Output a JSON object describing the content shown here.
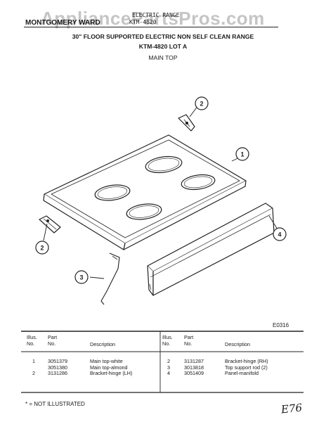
{
  "watermark": "AppliancePartsPros.com",
  "header": {
    "brand": "MONTGOMERY WARD",
    "product_line": "ELECTRIC RANGE",
    "model_code": "KTM-4820"
  },
  "title": {
    "line1": "30\" FLOOR SUPPORTED ELECTRIC NON SELF CLEAN RANGE",
    "line2": "KTM-4820 LOT A",
    "line3": "MAIN TOP"
  },
  "callouts": [
    "1",
    "2",
    "2",
    "3",
    "4"
  ],
  "drawing_code": "E0316",
  "table": {
    "headers": {
      "illus": "Illus.\nNo.",
      "part": "Part\nNo.",
      "description": "Description"
    },
    "left": {
      "illus": "1\n\n2",
      "part": "3051379\n3051380\n3131286",
      "description": "Main top-white\nMain top-almond\nBracket-hinge (LH)"
    },
    "right": {
      "illus": "2\n3\n4",
      "part": "3131287\n3013818\n3051409",
      "description": "Bracket-hinge (RH)\nTop support rod (2)\nPanel-manifold"
    }
  },
  "footer": "* = NOT ILLUSTRATED",
  "handwritten_note": "E76"
}
